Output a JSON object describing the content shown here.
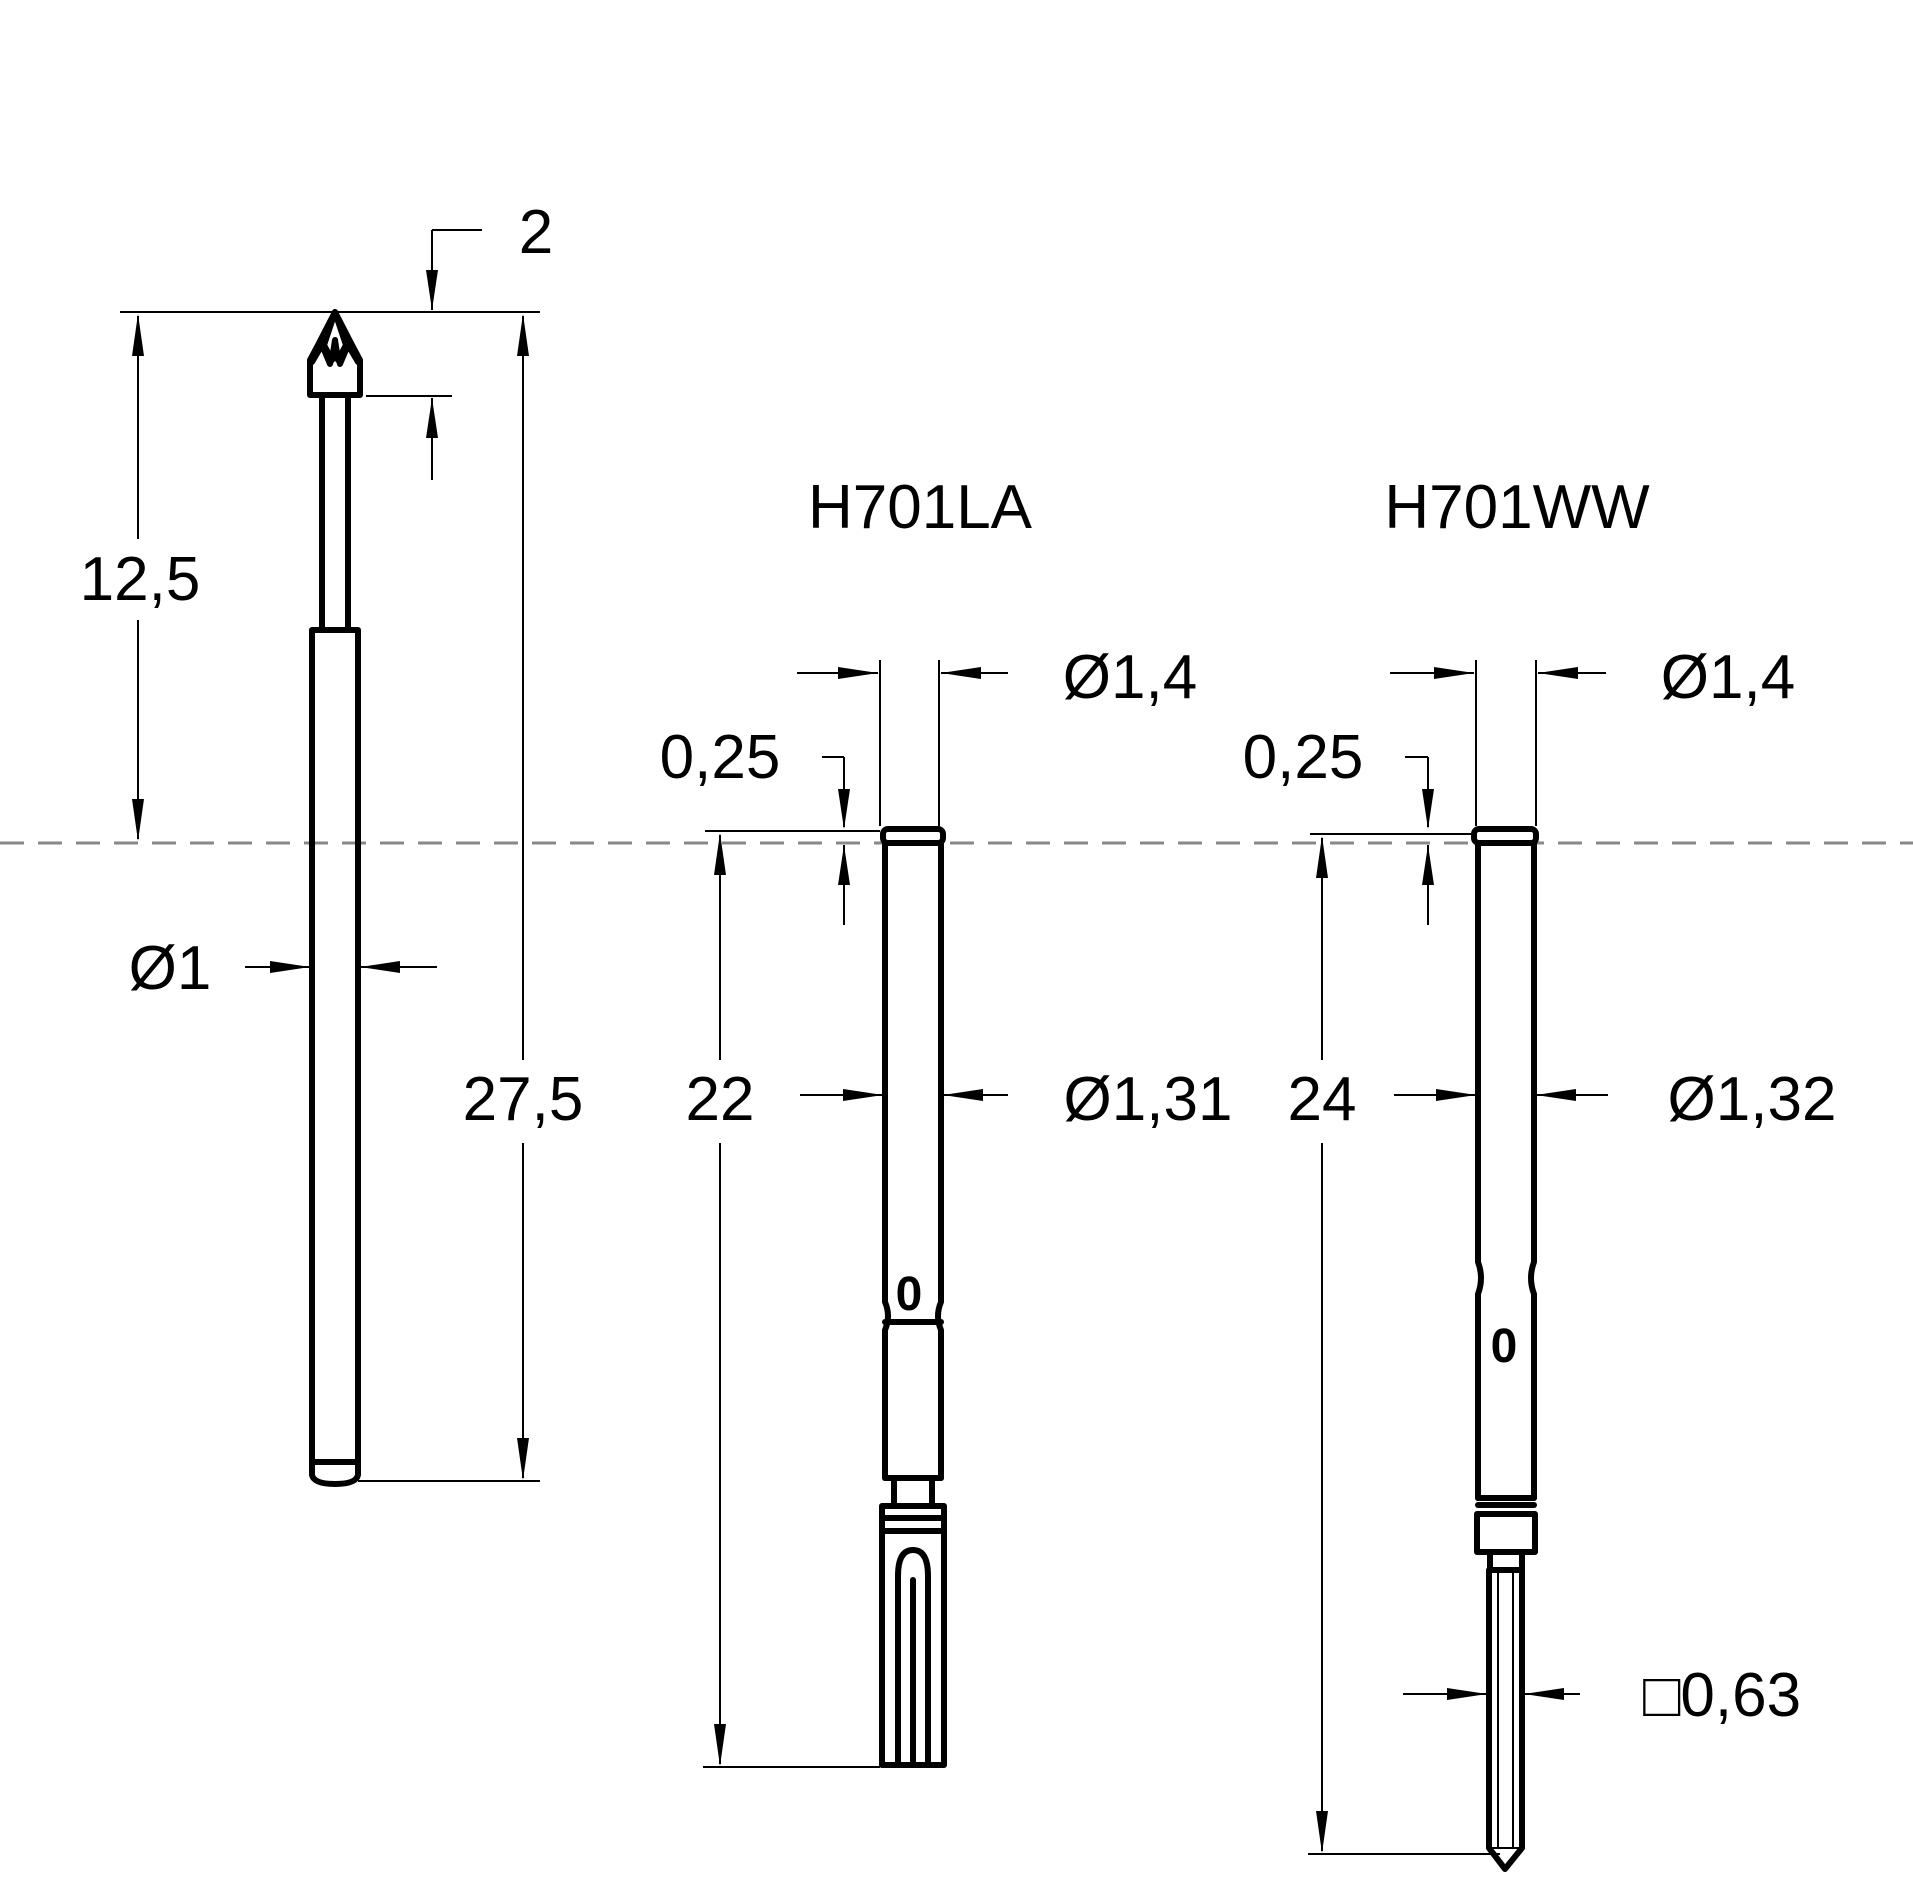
{
  "products": [
    {
      "title": "H701LA",
      "code_mark": "0"
    },
    {
      "title": "H701WW",
      "code_mark": "0"
    }
  ],
  "dimensions": {
    "tip_length": "2",
    "plunger_length": "12,5",
    "overall_length": "27,5",
    "plunger_diameter": "Ø1",
    "la_outer_diameter": "Ø1,4",
    "la_collar": "0,25",
    "la_length": "22",
    "la_body_diameter": "Ø1,31",
    "ww_outer_diameter": "Ø1,4",
    "ww_collar": "0,25",
    "ww_length": "24",
    "ww_body_diameter": "Ø1,32",
    "ww_post_square": "□0,63"
  },
  "colors": {
    "line": "#000000",
    "center_line": "#888888",
    "background": "#ffffff"
  }
}
